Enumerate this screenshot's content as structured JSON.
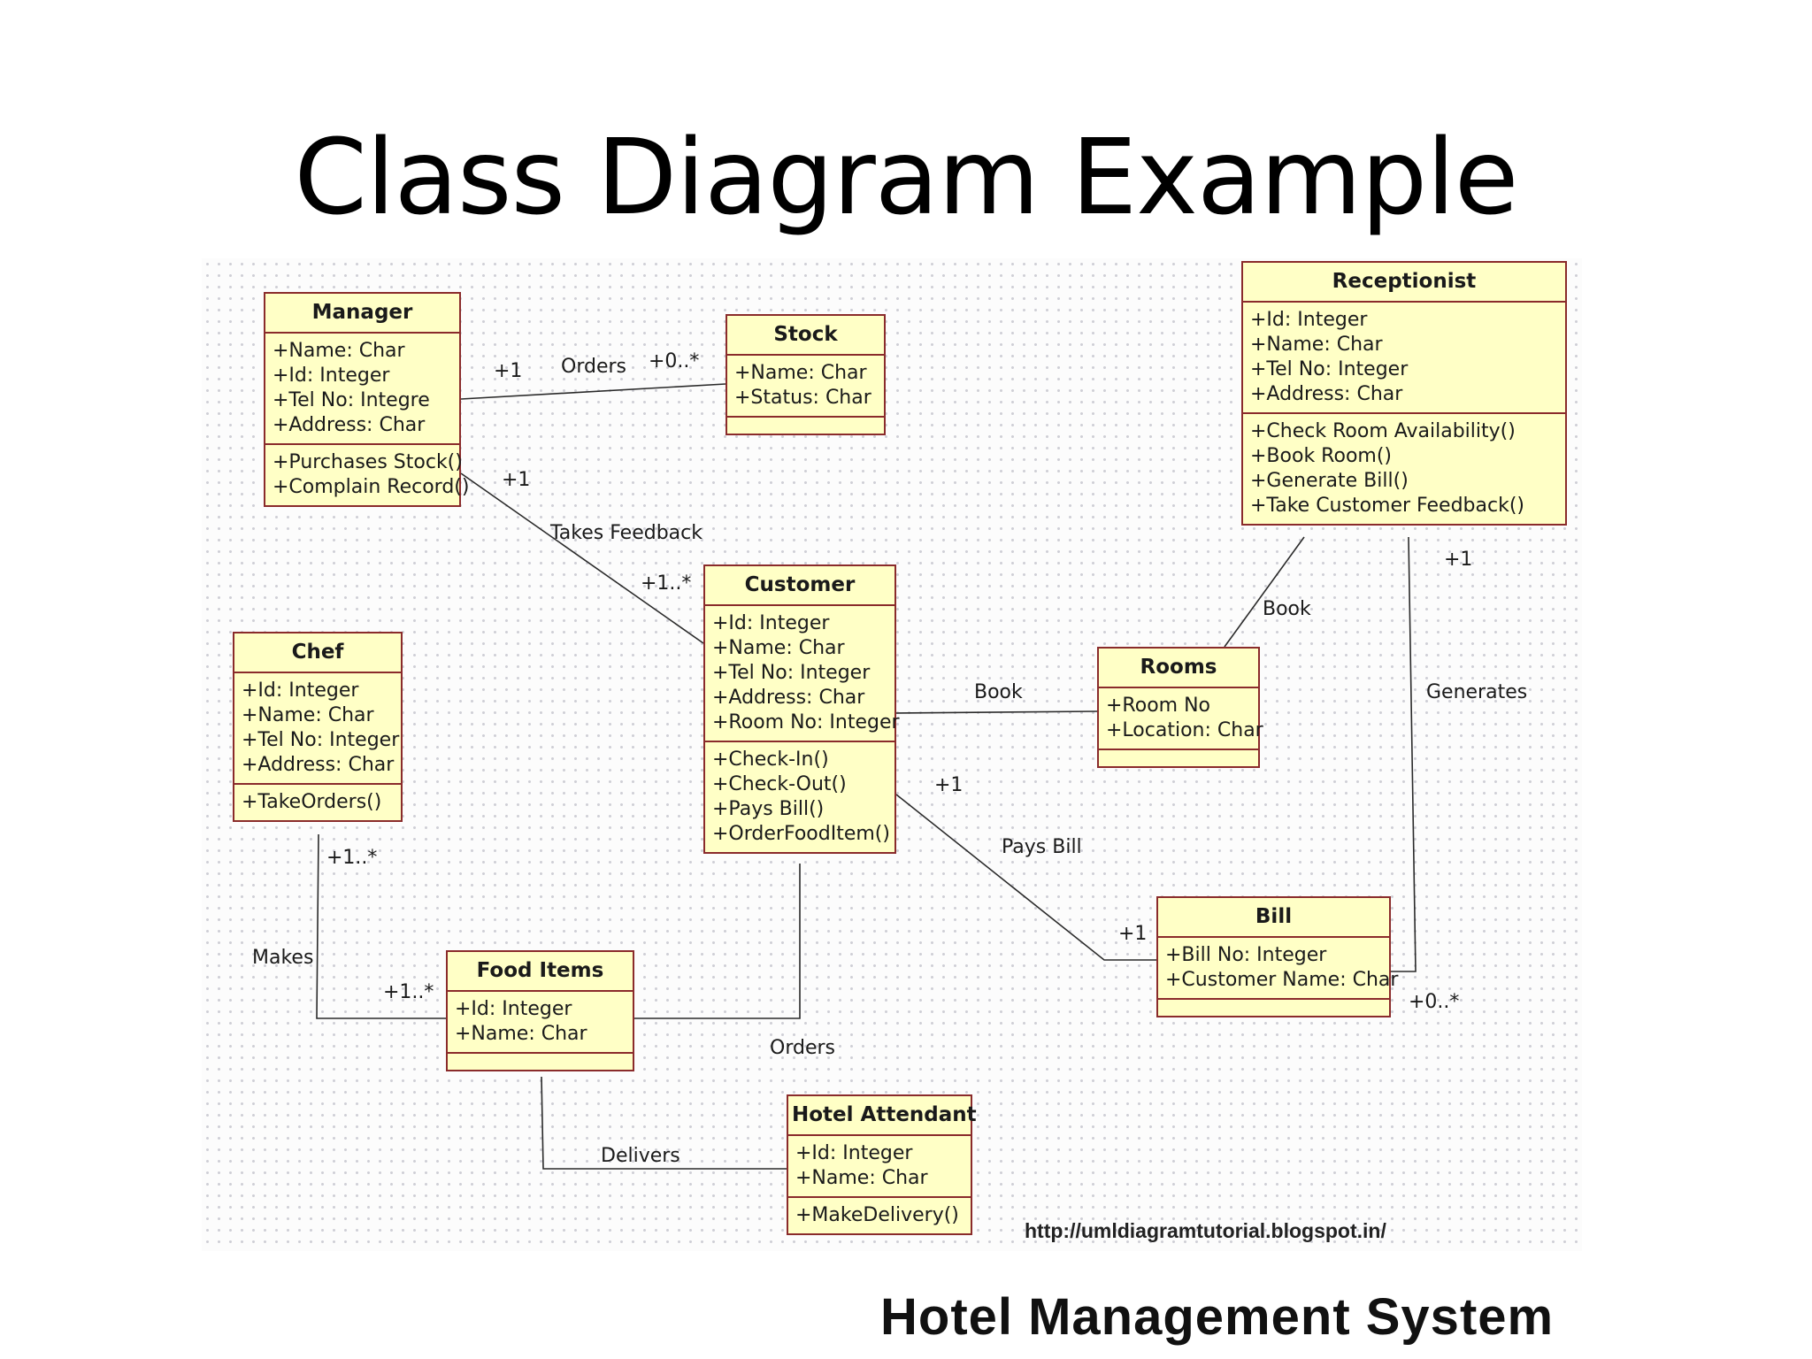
{
  "title": "Class Diagram Example",
  "subtitle": "Hotel Management System",
  "watermark": "http://umldiagramtutorial.blogspot.in/",
  "classes": {
    "manager": {
      "name": "Manager",
      "attributes": [
        "+Name: Char",
        "+Id: Integer",
        "+Tel No: Integre",
        "+Address: Char"
      ],
      "operations": [
        "+Purchases Stock()",
        "+Complain Record()"
      ]
    },
    "stock": {
      "name": "Stock",
      "attributes": [
        "+Name: Char",
        "+Status: Char"
      ],
      "operations": []
    },
    "receptionist": {
      "name": "Receptionist",
      "attributes": [
        "+Id: Integer",
        "+Name: Char",
        "+Tel No: Integer",
        "+Address: Char"
      ],
      "operations": [
        "+Check Room Availability()",
        "+Book Room()",
        "+Generate Bill()",
        "+Take Customer Feedback()"
      ]
    },
    "customer": {
      "name": "Customer",
      "attributes": [
        "+Id: Integer",
        "+Name: Char",
        "+Tel No: Integer",
        "+Address: Char",
        "+Room No: Integer"
      ],
      "operations": [
        "+Check-In()",
        "+Check-Out()",
        "+Pays Bill()",
        "+OrderFoodItem()"
      ]
    },
    "chef": {
      "name": "Chef",
      "attributes": [
        "+Id: Integer",
        "+Name: Char",
        "+Tel No: Integer",
        "+Address: Char"
      ],
      "operations": [
        "+TakeOrders()"
      ]
    },
    "rooms": {
      "name": "Rooms",
      "attributes": [
        "+Room No",
        "+Location: Char"
      ],
      "operations": []
    },
    "bill": {
      "name": "Bill",
      "attributes": [
        "+Bill No: Integer",
        "+Customer Name: Char"
      ],
      "operations": []
    },
    "food_items": {
      "name": "Food Items",
      "attributes": [
        "+Id: Integer",
        "+Name: Char"
      ],
      "operations": []
    },
    "hotel_attendant": {
      "name": "Hotel Attendant",
      "attributes": [
        "+Id: Integer",
        "+Name: Char"
      ],
      "operations": [
        "+MakeDelivery()"
      ]
    }
  },
  "relations": {
    "orders_stock": {
      "label": "Orders",
      "from_mult": "+1",
      "to_mult": "+0..*"
    },
    "takes_feedback": {
      "label": "Takes Feedback",
      "from_mult": "+1",
      "to_mult": "+1..*"
    },
    "book_receptionist": {
      "label": "Book"
    },
    "generates": {
      "label": "Generates",
      "from_mult": "+1",
      "to_mult": "+0..*"
    },
    "book_customer": {
      "label": "Book"
    },
    "pays_bill": {
      "label": "Pays Bill",
      "from_mult": "+1",
      "to_mult": "+1"
    },
    "makes": {
      "label": "Makes",
      "from_mult": "+1..*",
      "to_mult": "+1..*"
    },
    "orders_food": {
      "label": "Orders"
    },
    "delivers": {
      "label": "Delivers"
    }
  }
}
